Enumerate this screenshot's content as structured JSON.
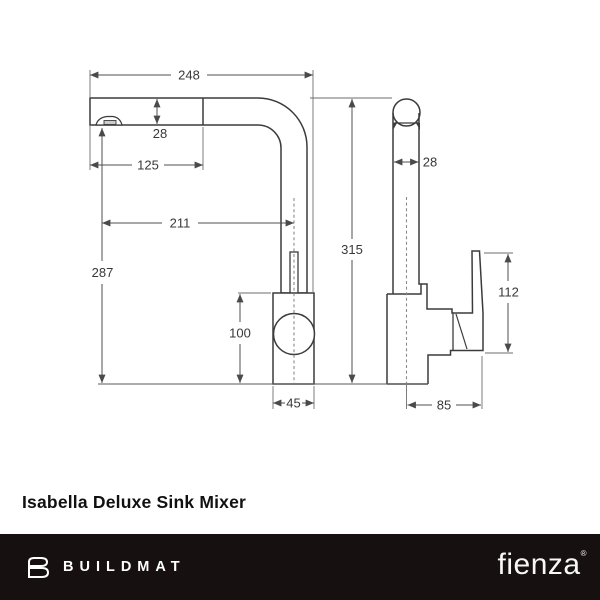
{
  "product": {
    "title": "Isabella Deluxe Sink Mixer"
  },
  "diagram": {
    "dimensions": {
      "overall_width": "248",
      "spout_height": "28",
      "head_length": "125",
      "spout_reach": "211",
      "spout_clearance": "287",
      "overall_height": "315",
      "body_height": "100",
      "body_width": "45",
      "pipe_width": "28",
      "handle_height": "112",
      "base_depth": "85"
    }
  },
  "footer": {
    "brand": "BUILDMAT",
    "logo_icon": "buildmat-b-icon",
    "supplier": "fienza",
    "registered_mark": "®",
    "bar_color": "#161010"
  },
  "colors": {
    "outline": "#3b3b3b",
    "dimension": "#4f4f4f",
    "label": "#383838",
    "footer_bar": "#161010"
  }
}
